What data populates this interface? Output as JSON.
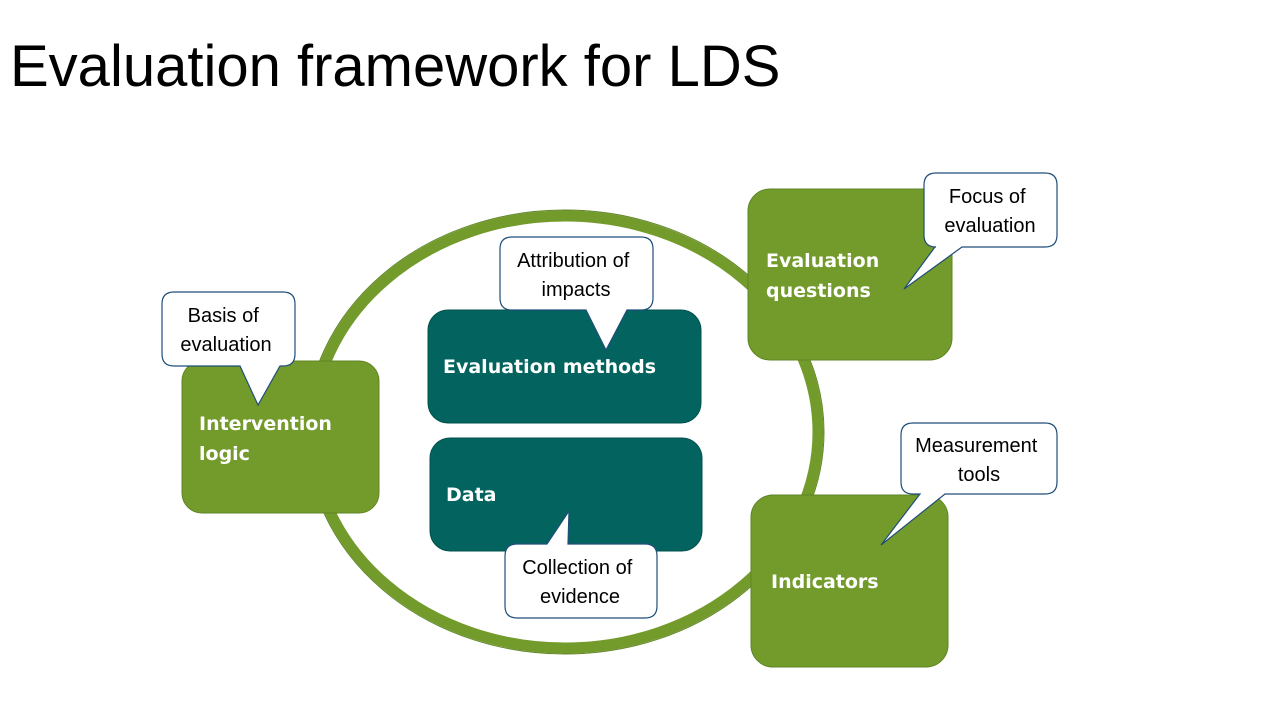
{
  "slide": {
    "title": "Evaluation framework for LDS"
  },
  "colors": {
    "green": "#739b2c",
    "green_dark": "#5f8424",
    "teal": "#03645f",
    "teal_dark": "#02514d",
    "callout_border": "#1f4e79",
    "callout_fill": "#ffffff"
  },
  "boxes": {
    "intervention_logic": [
      "Intervention",
      "logic"
    ],
    "evaluation_questions": [
      "Evaluation",
      "questions"
    ],
    "evaluation_methods": [
      "Evaluation methods"
    ],
    "data": [
      "Data"
    ],
    "indicators": [
      "Indicators"
    ]
  },
  "callouts": {
    "basis": [
      "Basis of",
      "evaluation"
    ],
    "attribution": [
      "Attribution of",
      "impacts"
    ],
    "focus": [
      "Focus of",
      "evaluation"
    ],
    "measurement": [
      "Measurement",
      "tools"
    ],
    "collection": [
      "Collection of",
      "evidence"
    ]
  }
}
